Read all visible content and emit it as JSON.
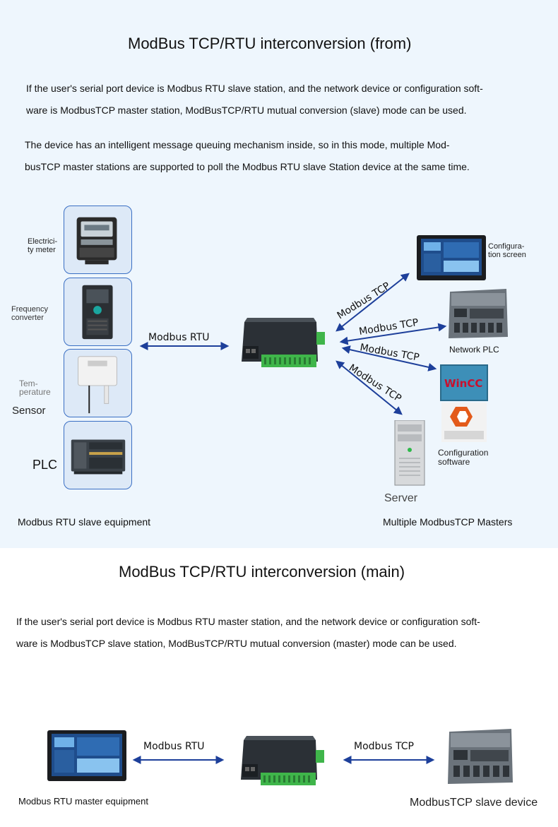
{
  "section1": {
    "title": "ModBus TCP/RTU interconversion (from)",
    "para1_line1": "If the user's serial port device is Modbus RTU slave station, and the network device or configuration soft-",
    "para1_line2": "ware is ModbusTCP master station, ModBusTCP/RTU mutual conversion (slave) mode can be used.",
    "para2_line1": "The device has an intelligent message queuing mechanism inside, so in this mode, multiple Mod-",
    "para2_line2": "busTCP master stations are supported to poll the Modbus RTU slave Station device at the same time.",
    "slaves": [
      {
        "label_line1": "Electrici-",
        "label_line2": "ty meter"
      },
      {
        "label_line1": "Frequency",
        "label_line2": "converter"
      },
      {
        "label_line1": "Tem-",
        "label_line2": "perature"
      },
      {
        "label_line1": "PLC",
        "label_line2": ""
      }
    ],
    "sensor_label": "Sensor",
    "rtu_link_label": "Modbus  RTU",
    "tcp_links": [
      "Modbus TCP",
      "Modbus TCP",
      "Modbus TCP",
      "Modbus TCP"
    ],
    "config_screen_line1": "Configura-",
    "config_screen_line2": "tion screen",
    "network_plc": "Network PLC",
    "config_software_line1": "Configuration",
    "config_software_line2": "software",
    "wincc_text": "WinCC",
    "server": "Server",
    "slave_caption": "Modbus RTU slave equipment",
    "master_caption": "Multiple ModbusTCP Masters"
  },
  "section2": {
    "title": "ModBus TCP/RTU interconversion (main)",
    "para_line1": "If the user's serial port device is Modbus RTU master station, and the network device or configuration soft-",
    "para_line2": "ware is ModbusTCP slave station, ModBusTCP/RTU mutual conversion (master) mode can be used.",
    "rtu_link_label": "Modbus  RTU",
    "tcp_link_label": "Modbus  TCP",
    "master_caption": "Modbus RTU master equipment",
    "slave_caption": "ModbusTCP slave device"
  },
  "colors": {
    "arrow": "#1d3f9a",
    "card_border": "#3a6fc4",
    "top_background": "#eef6fd"
  }
}
